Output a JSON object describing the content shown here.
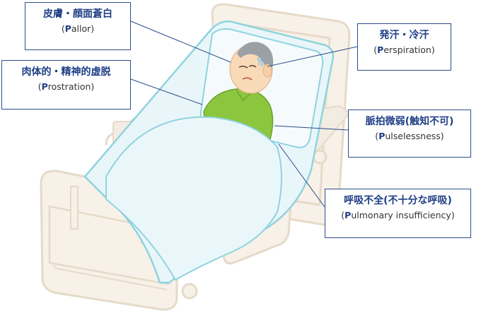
{
  "callouts": {
    "pallor": {
      "jp": "皮膚・顔面蒼白",
      "lead": "P",
      "rest": "allor"
    },
    "prostration": {
      "jp": "肉体的・精神的虚脱",
      "lead": "P",
      "rest": "rostration"
    },
    "perspiration": {
      "jp": "発汗・冷汗",
      "lead": "P",
      "rest": "erspiration"
    },
    "pulselessness": {
      "jp": "脈拍微弱(触知不可)",
      "lead": "P",
      "rest": "ulselessness"
    },
    "pulmonary": {
      "jp": "呼吸不全(不十分な呼吸)",
      "lead": "P",
      "rest": "ulmonary insufficiency"
    }
  },
  "colors": {
    "accent": "#1f3f86",
    "leader": "#2b4c8c",
    "bed_frame": "#f3ece2",
    "bed_outline": "#e6dac8",
    "sheet": "#e9f6f9",
    "sheet_edge": "#8fd3df",
    "gown": "#8cc63f",
    "skin": "#f8d9b8",
    "hair": "#9aa0a6"
  },
  "icons": [
    "hospital-bed-illustration",
    "patient-illustration"
  ]
}
